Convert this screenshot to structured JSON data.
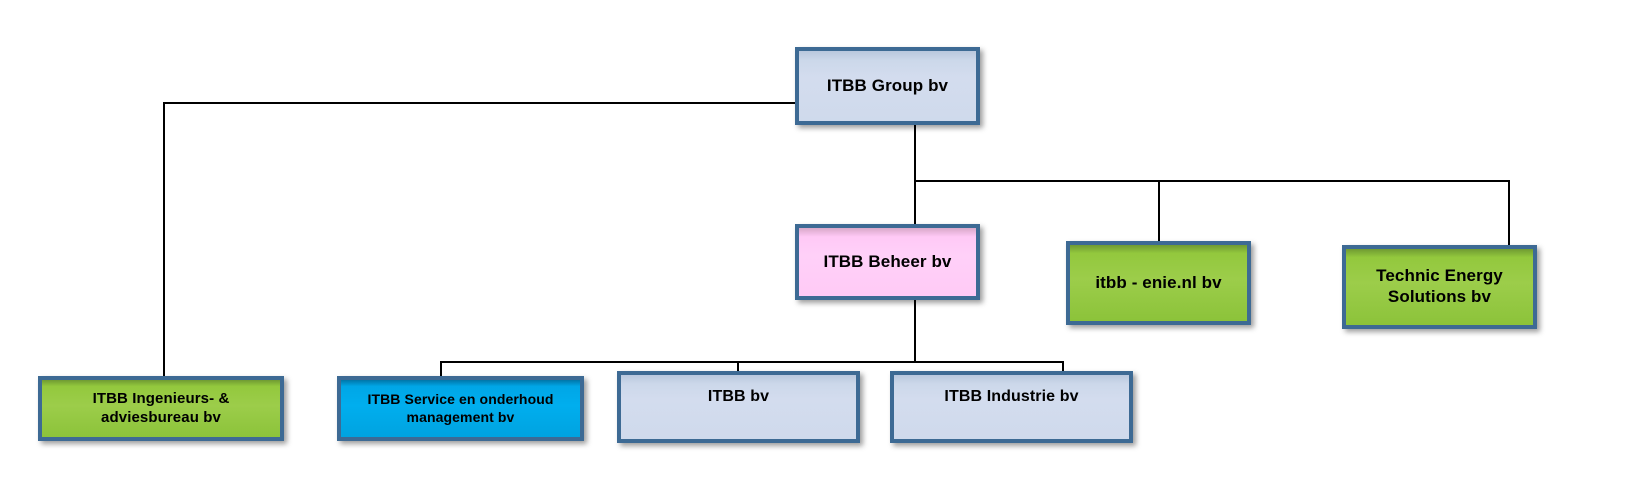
{
  "diagram": {
    "title": "ITBB Group organisational structure",
    "type": "org-chart",
    "colors": {
      "border": "#3d6a94",
      "blue_grey_fill": "#d3dcee",
      "pink_fill": "#ffd0f8",
      "green_fill": "#93c83d",
      "cyan_fill": "#00a8e8",
      "connector": "#000000",
      "text": "#000000",
      "background": "#ffffff"
    },
    "nodes": [
      {
        "id": "group",
        "label": "ITBB Group bv",
        "color": "blue-grey",
        "level": 0
      },
      {
        "id": "beheer",
        "label": "ITBB Beheer bv",
        "color": "pink",
        "level": 1
      },
      {
        "id": "enie",
        "label": "itbb - enie.nl bv",
        "color": "green",
        "level": 1
      },
      {
        "id": "technic",
        "label": "Technic Energy\nSolutions bv",
        "color": "green",
        "level": 1
      },
      {
        "id": "ingenieurs",
        "label": "ITBB Ingenieurs- &\nadviesbureau bv",
        "color": "green",
        "level": 1
      },
      {
        "id": "service",
        "label": "ITBB Service en onderhoud\nmanagement bv",
        "color": "cyan",
        "level": 2
      },
      {
        "id": "itbb",
        "label": "ITBB bv",
        "color": "blue-grey",
        "level": 2
      },
      {
        "id": "industrie",
        "label": "ITBB Industrie bv",
        "color": "blue-grey",
        "level": 2
      }
    ],
    "edges": [
      {
        "from": "group",
        "to": "ingenieurs"
      },
      {
        "from": "group",
        "to": "beheer"
      },
      {
        "from": "group",
        "to": "enie"
      },
      {
        "from": "group",
        "to": "technic"
      },
      {
        "from": "beheer",
        "to": "service"
      },
      {
        "from": "beheer",
        "to": "itbb"
      },
      {
        "from": "beheer",
        "to": "industrie"
      }
    ]
  }
}
